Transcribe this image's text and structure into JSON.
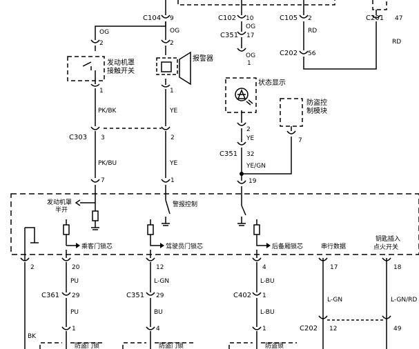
{
  "connectors": {
    "c104": "C104",
    "c102": "C102",
    "c105": "C105",
    "c201": "C201",
    "c351_top": "C351",
    "c202_top": "C202",
    "c303": "C303",
    "c351_mid": "C351",
    "c361": "C361",
    "c351_bot": "C351",
    "c402": "C402",
    "c202_bot": "C202"
  },
  "pins": {
    "p9": "9",
    "p10": "10",
    "p2_c105": "2",
    "p47": "47",
    "p2_og_left": "2",
    "p2_horn": "2",
    "p17_c351": "17",
    "p56": "56",
    "p1_og": "1",
    "p1_hood": "1",
    "p1_horn": "1",
    "p3_c303": "3",
    "p2_c303": "2",
    "p2_led": "2",
    "p7_alarm": "7",
    "p32": "32",
    "p7_c303": "7",
    "p1_c303": "1",
    "p19": "19",
    "p2_module": "2",
    "p20": "20",
    "p12_driver": "12",
    "p4_trunk": "4",
    "p17_serial": "17",
    "p18": "18",
    "p29_c361": "29",
    "p29_c351": "29",
    "p1_c402": "1",
    "p1_pu": "1",
    "p4_bu": "4",
    "p1_lbu": "1",
    "p12_c202": "12",
    "p49": "49"
  },
  "wires": {
    "og1": "OG",
    "og2": "OG",
    "og3": "OG",
    "og4": "OG",
    "rd1": "RD",
    "rd2": "RD",
    "pkbk": "PK/BK",
    "ye1": "YE",
    "ye2": "YE",
    "ye3": "YE",
    "pkbu": "PK/BU",
    "yegn": "YE/GN",
    "pu1": "PU",
    "pu2": "PU",
    "lgn1": "L-GN",
    "bu": "BU",
    "lbu1": "L-BU",
    "lbu2": "L-BU",
    "lgn2": "L-GN",
    "lgnrd": "L-GN/RD",
    "bk": "BK"
  },
  "components": {
    "hood_switch_l1": "发动机罩",
    "hood_switch_l2": "接触开关",
    "horn": "报警器",
    "status_display": "状态显示",
    "antitheft_l1": "防盗控",
    "antitheft_l2": "制模块",
    "hood_half_l1": "发动机罩",
    "hood_half_l2": "半开",
    "alarm_control": "警报控制",
    "passenger_lock": "乘客门锁芯",
    "driver_lock": "驾驶员门锁芯",
    "trunk_lock": "后备厢锁芯",
    "serial_data": "串行数据",
    "key_insert_l1": "钥匙插入",
    "key_insert_l2": "点火开关",
    "door_lock_1": "防盗门锁",
    "door_lock_2": "防盗门锁",
    "door_lock_3": "防盗锁"
  }
}
